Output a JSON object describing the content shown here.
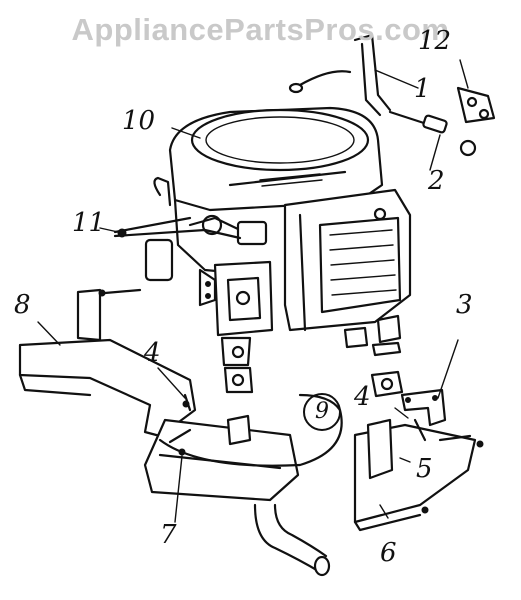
{
  "watermark": "AppliancePartsPros.com",
  "callouts": {
    "c1": "1",
    "c2": "2",
    "c3": "3",
    "c4a": "4",
    "c4b": "4",
    "c5": "5",
    "c6": "6",
    "c7": "7",
    "c8": "8",
    "c9": "9",
    "c10": "10",
    "c11": "11",
    "c12": "12"
  }
}
